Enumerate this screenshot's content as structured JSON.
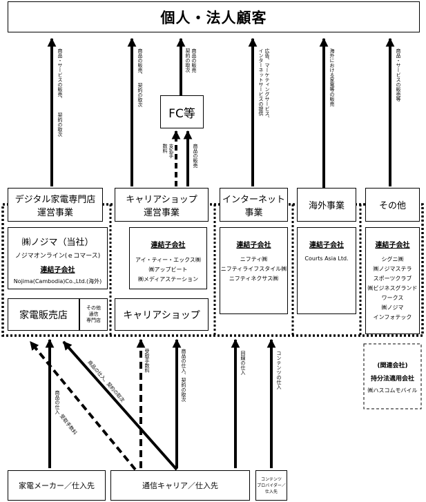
{
  "top": {
    "title": "個人・法人顧客"
  },
  "fc": {
    "label": "FC等"
  },
  "segments": [
    {
      "key": "digital",
      "label": "デジタル家電専門店運営事業",
      "lines": [
        "デジタル家電専門店",
        "運営事業"
      ]
    },
    {
      "key": "carrier",
      "label": "キャリアショップ運営事業",
      "lines": [
        "キャリアショップ",
        "運営事業"
      ]
    },
    {
      "key": "internet",
      "label": "インターネット事業",
      "lines": [
        "インターネット",
        "事業"
      ]
    },
    {
      "key": "overseas",
      "label": "海外事業",
      "lines": [
        "海外事業"
      ]
    },
    {
      "key": "other",
      "label": "その他",
      "lines": [
        "その他"
      ]
    }
  ],
  "top_arrows": {
    "digital": [
      "商品・サービスの販売、",
      "契約の取次"
    ],
    "carrier": [
      "商品の販売、",
      "契約の取次"
    ],
    "fc_up": [
      "商品の販売",
      "契約の取次"
    ],
    "internet": [
      "広告、マーケティングサービス、",
      "インターネットサービスの提供"
    ],
    "overseas": [
      "海外における家電等の販売"
    ],
    "other": [
      "商品・サービスの販売等"
    ]
  },
  "fc_arrows": {
    "fee": [
      "支払手",
      "数料"
    ],
    "sales": [
      "商品の販売"
    ]
  },
  "digital_group": {
    "main": "㈱ノジマ（当社）",
    "sub": "ノジマオンライン(ｅコマース)",
    "consolidated": "連結子会社",
    "company": "Nojima(Cambodia)Co.,Ltd.(海外)"
  },
  "carrier_group": {
    "consolidated": "連結子会社",
    "companies": [
      "アイ・ティー・エックス㈱",
      "㈱アップビート",
      "㈱メディアステーション"
    ]
  },
  "internet_group": {
    "consolidated": "連結子会社",
    "companies": [
      "ニフティ㈱",
      "ニフティライフスタイル㈱",
      "ニフティネクサス㈱"
    ]
  },
  "overseas_group": {
    "consolidated": "連結子会社",
    "companies": [
      "Courts Asia Ltd."
    ]
  },
  "other_group": {
    "consolidated": "連結子会社",
    "companies": [
      "シグニ㈱",
      "㈱ノジマステラ",
      "スポーツクラブ",
      "㈱ビジネスグランド",
      "ワークス",
      "㈱ノジマ",
      "インフォテック"
    ]
  },
  "stores": {
    "appliance": "家電販売店",
    "other_comm": [
      "その他",
      "通信",
      "専門店"
    ],
    "carrier_shop": "キャリアショップ"
  },
  "affiliate": {
    "title": "(関連会社)",
    "type": "持分法適用会社",
    "company": "㈱ハスコムモバイル"
  },
  "suppliers": {
    "maker": "家電メーカー／仕入先",
    "carrier": "通信キャリア／仕入先",
    "content": [
      "コンテンツ",
      "プロバイダー／",
      "仕入先"
    ]
  },
  "bottom_arrows": {
    "maker_goods": "商品の仕入",
    "fee_diag": "受取手数料",
    "goods_diag": "商品の仕入、契約の取次",
    "carrier_fee": "受取手数料",
    "carrier_goods": "商品の仕入、契約の取次",
    "line": "回線の仕入",
    "content": "コンテンツの仕入"
  }
}
